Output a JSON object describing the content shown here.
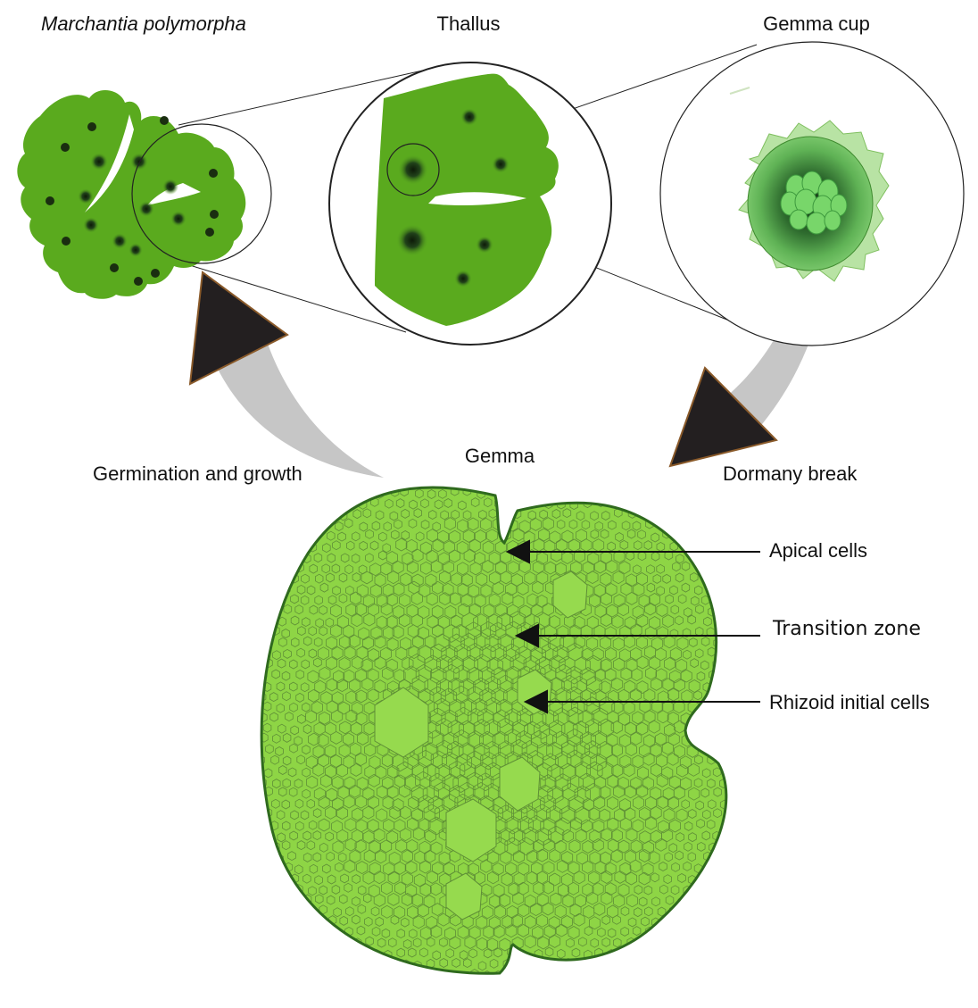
{
  "labels": {
    "species": "Marchantia polymorpha",
    "thallus": "Thallus",
    "gemma_cup": "Gemma cup",
    "germination": "Germination and growth",
    "gemma": "Gemma",
    "dormancy": "Dormany break",
    "apical": "Apical cells",
    "transition": "Transition zone",
    "rhizoid": "Rhizoid initial cells"
  },
  "colors": {
    "thallus_green": "#5aaa1e",
    "gemma_green": "#8ed545",
    "gemma_outline": "#2f6a1e",
    "cell_line": "#5f8f37",
    "arrow_fill": "#231f20",
    "arrow_edge": "#8a5a2a",
    "flow_gray": "#c6c6c6"
  }
}
